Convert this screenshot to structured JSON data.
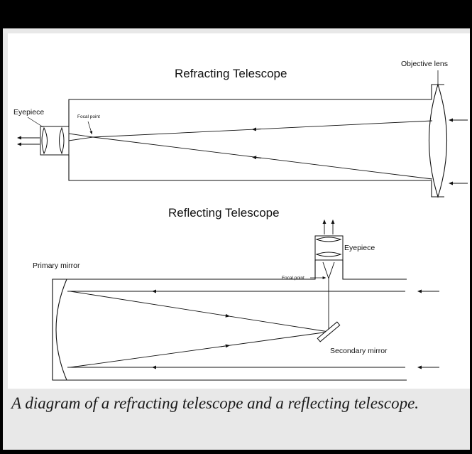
{
  "diagram": {
    "refracting": {
      "title": "Refracting Telescope",
      "eyepiece_label": "Eyepiece",
      "focal_point_label": "Focal point",
      "objective_label": "Objective lens"
    },
    "reflecting": {
      "title": "Reflecting Telescope",
      "eyepiece_label": "Eyepiece",
      "primary_label": "Primary mirror",
      "focal_point_label": "Focal point",
      "secondary_label": "Secondary mirror"
    }
  },
  "caption": "A diagram of a refracting telescope and a reflecting telescope."
}
